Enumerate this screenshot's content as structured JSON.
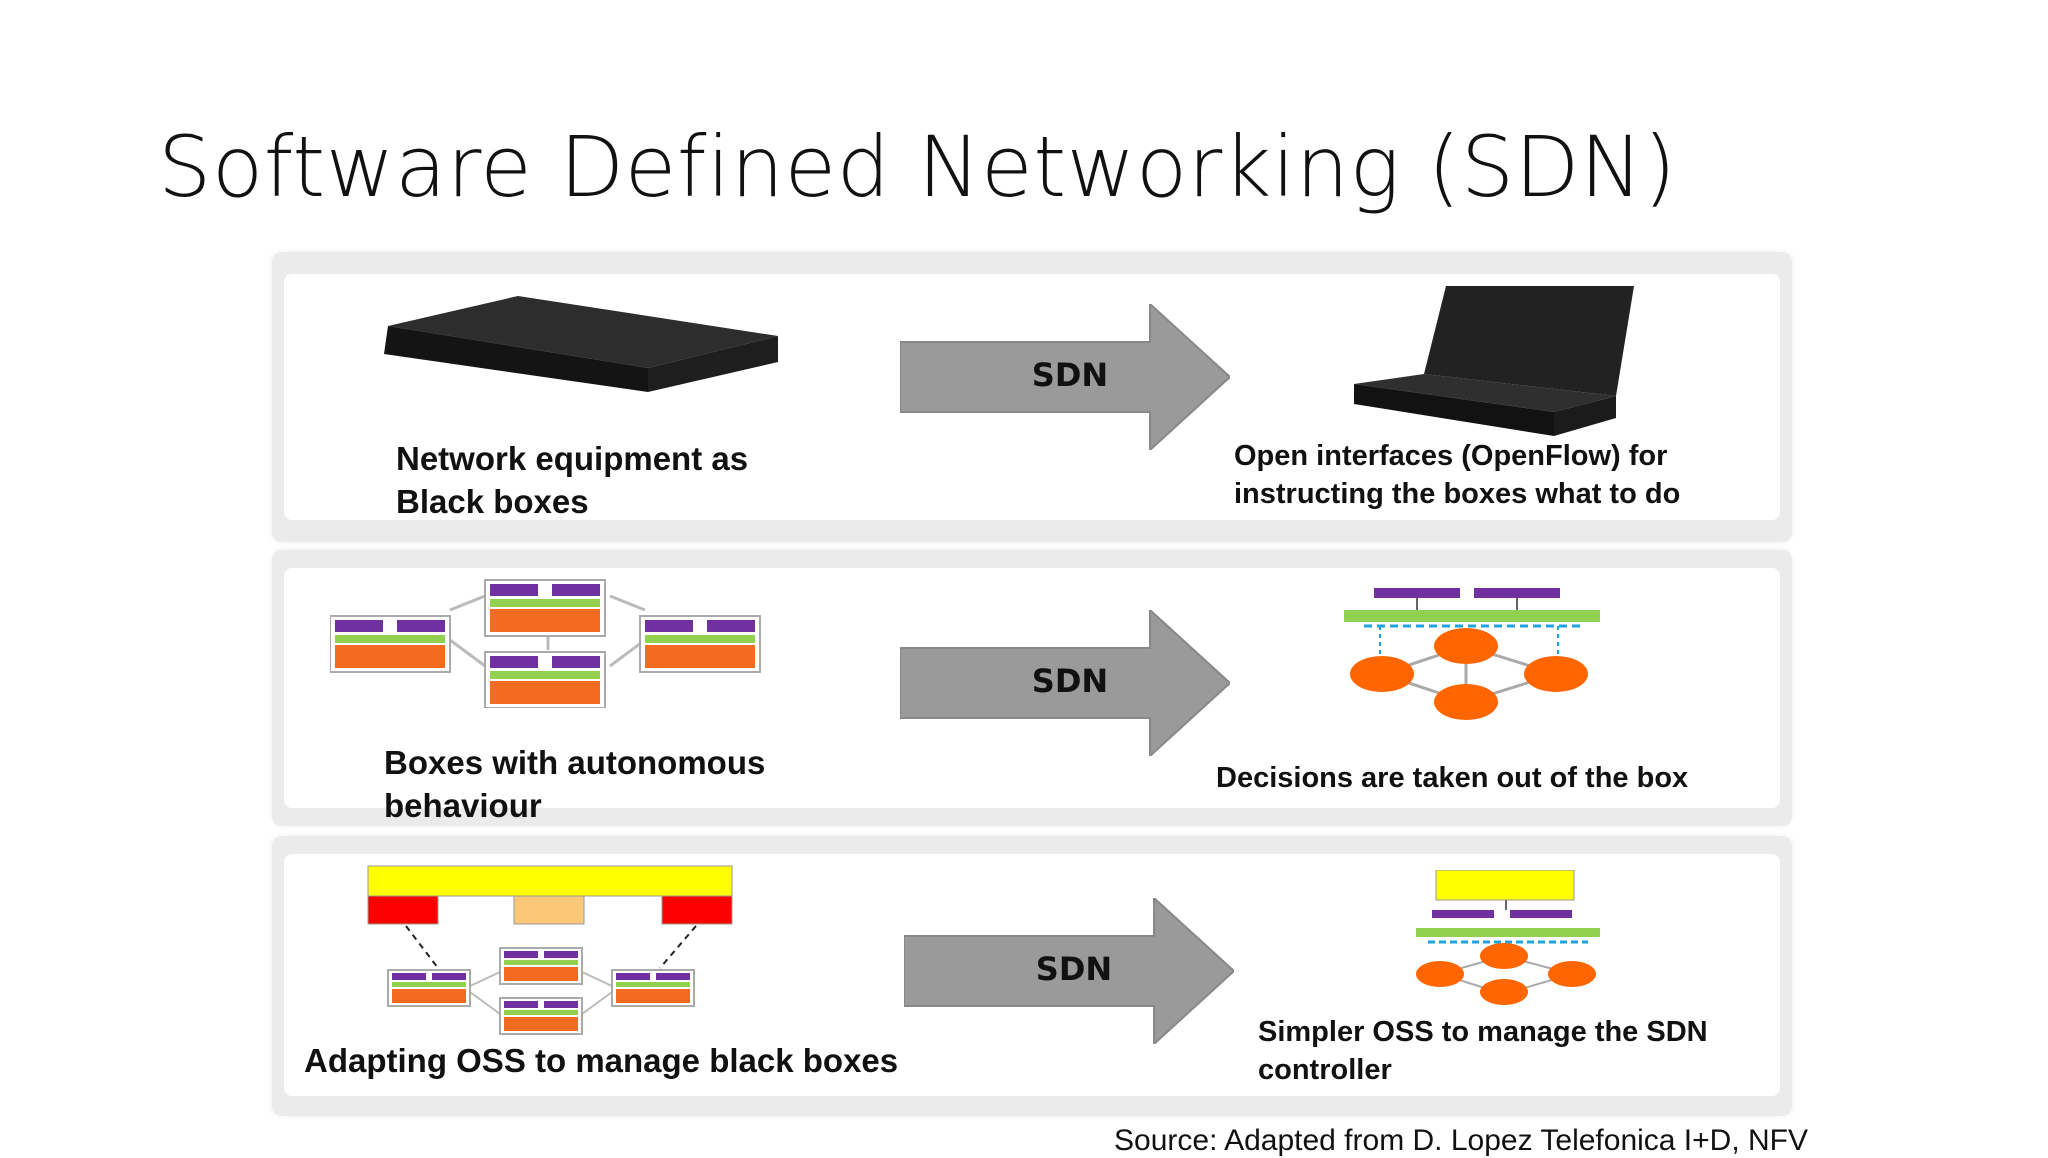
{
  "slide": {
    "title": "Software Defined Networking (SDN)",
    "source": "Source: Adapted from D. Lopez Telefonica I+D, NFV"
  },
  "rows": [
    {
      "left_label_line1": "Network equipment as",
      "left_label_line2": "Black boxes",
      "arrow_label": "SDN",
      "right_label_line1": "Open interfaces (OpenFlow) for",
      "right_label_line2": "instructing the boxes what to do"
    },
    {
      "left_label_line1": "Boxes with autonomous",
      "left_label_line2": "behaviour",
      "arrow_label": "SDN",
      "right_label_line1": "Decisions are taken out of the box"
    },
    {
      "left_label_line1": "Adapting OSS to manage black boxes",
      "arrow_label": "SDN",
      "right_label_line1": "Simpler OSS to manage the SDN",
      "right_label_line2": "controller"
    }
  ],
  "colors": {
    "arrow": "#9a9a9a",
    "feature_purple": "#7030a0",
    "os_green": "#92d050",
    "hardware_orange": "#f26b21",
    "node_orange": "#ff6600",
    "oss_yellow": "#ffff00",
    "oss_red": "#ff0000",
    "oss_peach": "#fac878",
    "link_blue": "#1fa3e0"
  }
}
